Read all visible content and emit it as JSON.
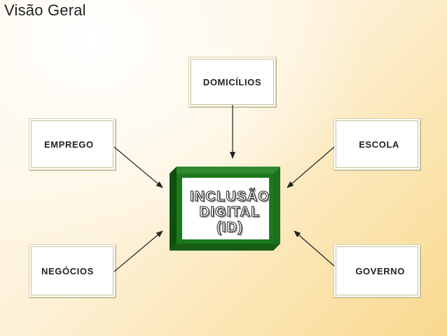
{
  "title": "Visão Geral",
  "diagram": {
    "center": {
      "lines": [
        "INCLUSÃO",
        "DIGITAL",
        "(ID)"
      ],
      "border_color": "#1c6b1c"
    },
    "nodes": {
      "domicilios": "DOMICÍLIOS",
      "emprego": "EMPREGO",
      "escola": "ESCOLA",
      "negocios": "NEGÓCIOS",
      "governo": "GOVERNO"
    },
    "edges": [
      {
        "from": "domicilios",
        "to": "center"
      },
      {
        "from": "emprego",
        "to": "center"
      },
      {
        "from": "escola",
        "to": "center"
      },
      {
        "from": "negocios",
        "to": "center"
      },
      {
        "from": "governo",
        "to": "center"
      }
    ]
  }
}
